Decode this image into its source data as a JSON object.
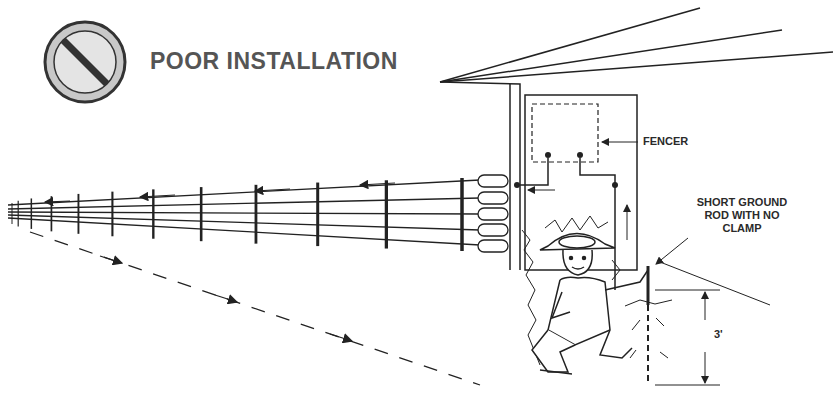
{
  "diagram": {
    "title": "POOR INSTALLATION",
    "labels": [
      "FENCER",
      "SHORT GROUND ROD WITH NO CLAMP",
      "3'"
    ]
  }
}
